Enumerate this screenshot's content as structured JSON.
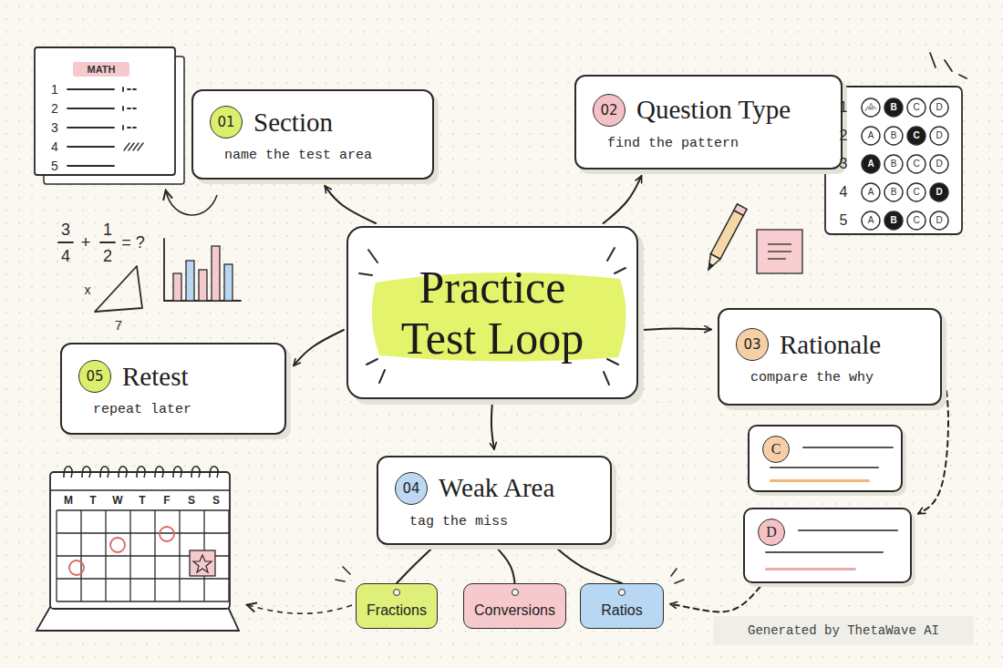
{
  "diagram": {
    "nodes": [
      {
        "text": [
          "Practice Test Loop"
        ]
      },
      {
        "text": [
          "Section",
          "name the test area"
        ]
      },
      {
        "text": [
          "01"
        ],
        "in": 1
      },
      {
        "text": [
          "Question Type",
          "find the pattern"
        ]
      },
      {
        "text": [
          "02"
        ],
        "in": 3
      },
      {
        "text": [
          "Rationale",
          "compare the why"
        ]
      },
      {
        "text": [
          "03"
        ],
        "in": 5
      },
      {
        "text": [
          "Weak Area",
          "tag the miss"
        ]
      },
      {
        "text": [
          "04"
        ],
        "in": 7
      },
      {
        "text": [
          "Retest",
          "repeat later"
        ]
      },
      {
        "text": [
          "05"
        ],
        "in": 9
      },
      {
        "text": [
          "Fractions"
        ]
      },
      {
        "text": [
          "Conversions"
        ]
      },
      {
        "text": [
          "Ratios"
        ]
      },
      {
        "text": [
          "C"
        ]
      },
      {
        "text": [
          "D"
        ]
      }
    ],
    "edges": [
      {
        "from": 0,
        "to": 1,
        "arrow": "to"
      },
      {
        "from": 0,
        "to": 3,
        "arrow": "to"
      },
      {
        "from": 0,
        "to": 5,
        "arrow": "to"
      },
      {
        "from": 0,
        "to": 7,
        "arrow": "to"
      },
      {
        "from": 0,
        "to": 9,
        "arrow": "to"
      },
      {
        "from": 5,
        "to": 15,
        "arrow": "to"
      },
      {
        "from": 15,
        "to": 13,
        "arrow": "to"
      },
      {
        "from": 7,
        "to": 11,
        "arrow": "none"
      },
      {
        "from": 7,
        "to": 12,
        "arrow": "none"
      },
      {
        "from": 7,
        "to": 13,
        "arrow": "none"
      }
    ],
    "labels": [
      "MATH",
      "1",
      "2",
      "3",
      "4",
      "5",
      "3",
      "4",
      "+",
      "1",
      "2",
      "= ?",
      "x",
      "7",
      "1",
      "2",
      "3",
      "4",
      "5",
      "A",
      "B",
      "C",
      "D",
      "A",
      "B",
      "C",
      "D",
      "A",
      "B",
      "C",
      "D",
      "A",
      "B",
      "C",
      "D",
      "A",
      "B",
      "C",
      "D",
      "M",
      "T",
      "W",
      "T",
      "F",
      "S",
      "S",
      "Generated by ThetaWave AI"
    ]
  }
}
